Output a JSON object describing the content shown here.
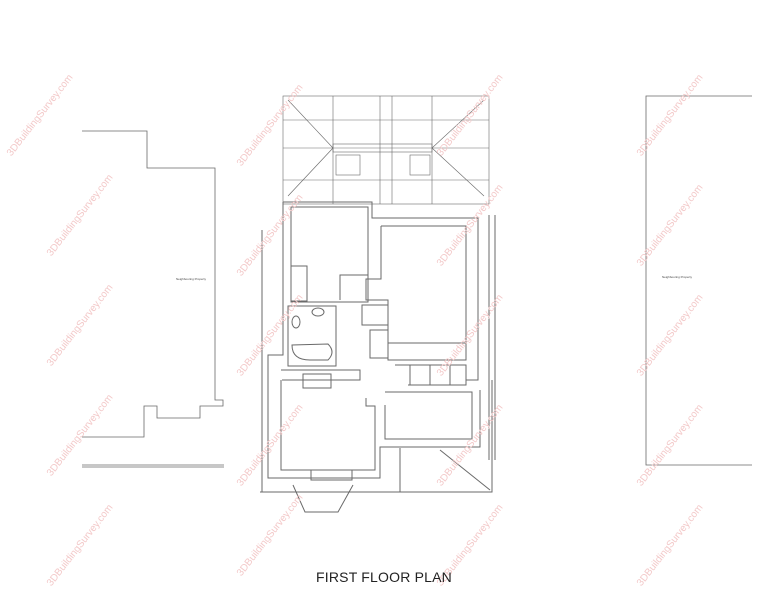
{
  "drawing": {
    "title": "FIRST FLOOR PLAN",
    "watermark": "3DBuildingSurvey.com",
    "watermark_color": "#f3c9c9",
    "line_color": "#6a6a6a",
    "neighbour_left_label": "Neighbouring Property",
    "neighbour_right_label": "Neighbouring Property"
  }
}
